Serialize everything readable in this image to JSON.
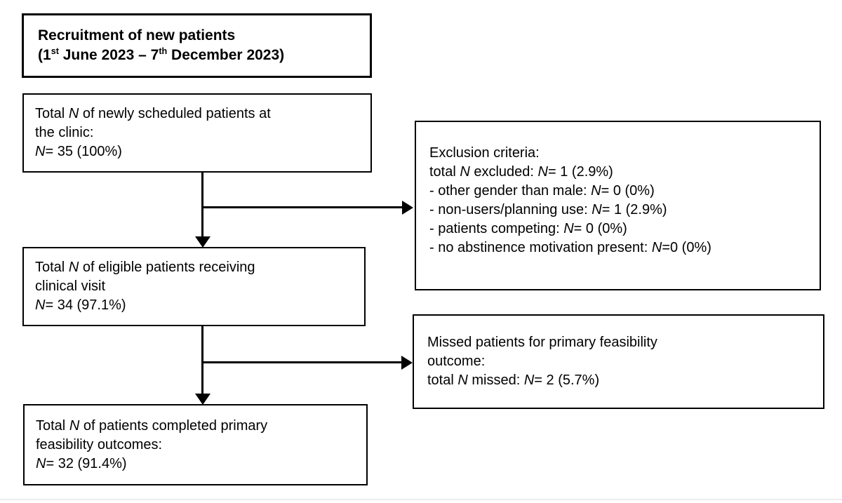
{
  "diagram": {
    "colors": {
      "background": "#ffffff",
      "box_border": "#000000",
      "text": "#000000",
      "arrow": "#000000",
      "bottom_rule": "#ededed"
    },
    "boxes": {
      "title": {
        "lines": [
          [
            {
              "t": "Recruitment of new patients"
            }
          ],
          [
            {
              "t": "(1"
            },
            {
              "t": "st",
              "sup": true
            },
            {
              "t": " June 2023 – 7"
            },
            {
              "t": "th",
              "sup": true
            },
            {
              "t": " December 2023)"
            }
          ]
        ]
      },
      "scheduled": {
        "lines": [
          [
            {
              "t": "Total "
            },
            {
              "t": "N",
              "i": true
            },
            {
              "t": " of newly scheduled patients at"
            }
          ],
          [
            {
              "t": "the clinic:"
            }
          ],
          [
            {
              "t": "N",
              "i": true
            },
            {
              "t": "= 35 (100%)"
            }
          ]
        ]
      },
      "exclusion": {
        "lines": [
          [
            {
              "t": "Exclusion criteria:"
            }
          ],
          [
            {
              "t": "total "
            },
            {
              "t": "N",
              "i": true
            },
            {
              "t": " excluded: "
            },
            {
              "t": "N",
              "i": true
            },
            {
              "t": "= 1 (2.9%)"
            }
          ],
          [
            {
              "t": "- other gender than male: "
            },
            {
              "t": "N",
              "i": true
            },
            {
              "t": "= 0 (0%)"
            }
          ],
          [
            {
              "t": "- non-users/planning use: "
            },
            {
              "t": "N",
              "i": true
            },
            {
              "t": "= 1 (2.9%)"
            }
          ],
          [
            {
              "t": "- patients competing: "
            },
            {
              "t": "N",
              "i": true
            },
            {
              "t": "= 0 (0%)"
            }
          ],
          [
            {
              "t": "- no abstinence motivation present: "
            },
            {
              "t": "N",
              "i": true
            },
            {
              "t": "=0 (0%)"
            }
          ]
        ]
      },
      "eligible": {
        "lines": [
          [
            {
              "t": "Total "
            },
            {
              "t": "N",
              "i": true
            },
            {
              "t": " of eligible patients receiving"
            }
          ],
          [
            {
              "t": "clinical visit"
            }
          ],
          [
            {
              "t": "N",
              "i": true
            },
            {
              "t": "= 34 (97.1%)"
            }
          ]
        ]
      },
      "missed": {
        "lines": [
          [
            {
              "t": "Missed patients for primary feasibility"
            }
          ],
          [
            {
              "t": "outcome:"
            }
          ],
          [
            {
              "t": "total "
            },
            {
              "t": "N",
              "i": true
            },
            {
              "t": " missed: "
            },
            {
              "t": "N",
              "i": true
            },
            {
              "t": "= 2 (5.7%)"
            }
          ]
        ]
      },
      "completed": {
        "lines": [
          [
            {
              "t": "Total "
            },
            {
              "t": "N",
              "i": true
            },
            {
              "t": " of patients completed primary"
            }
          ],
          [
            {
              "t": "feasibility outcomes:"
            }
          ],
          [
            {
              "t": "N",
              "i": true
            },
            {
              "t": "= 32 (91.4%)"
            }
          ]
        ]
      }
    }
  }
}
